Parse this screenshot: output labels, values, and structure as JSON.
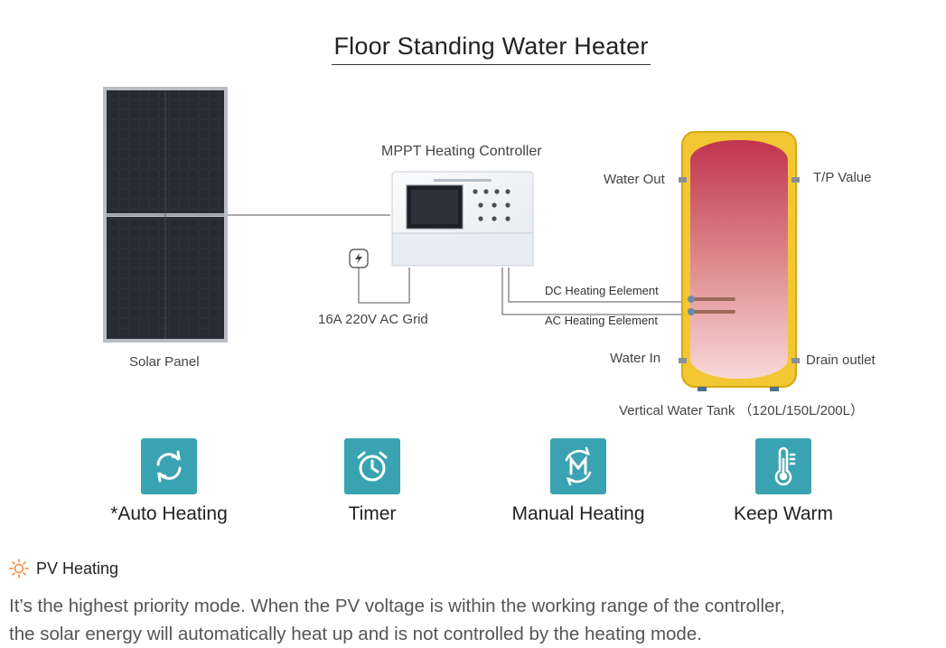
{
  "title": "Floor Standing Water Heater",
  "labels": {
    "solar_panel": "Solar Panel",
    "controller": "MPPT Heating  Controller",
    "ac_grid": "16A 220V  AC Grid",
    "dc_element": "DC Heating Eelement",
    "ac_element": "AC Heating Eelement",
    "water_out": "Water Out",
    "tp_value": "T/P Value",
    "water_in": "Water  In",
    "drain_outlet": "Drain outlet",
    "tank": "Vertical Water Tank  （120L/150L/200L）"
  },
  "features": [
    {
      "label": "*Auto Heating",
      "icon": "refresh-icon"
    },
    {
      "label": "Timer",
      "icon": "alarm-clock-icon"
    },
    {
      "label": "Manual Heating",
      "icon": "manual-m-icon"
    },
    {
      "label": "Keep Warm",
      "icon": "thermometer-icon"
    }
  ],
  "pv_heating": {
    "heading": "PV Heating",
    "icon": "sun-icon",
    "line1": "It’s the highest priority mode. When the PV voltage is within the working range of the controller,",
    "line2": "the solar energy will automatically heat up and is not controlled by the heating mode."
  },
  "colors": {
    "accent": "#3aa3b1",
    "tank_shell": "#f2c733",
    "tank_top": "#c0344f",
    "pv_icon": "#e8893a"
  }
}
